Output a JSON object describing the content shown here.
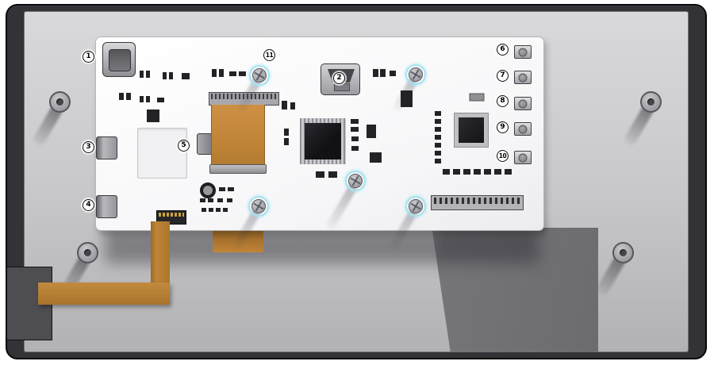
{
  "callouts": {
    "c1": "1",
    "c2": "2",
    "c3": "3",
    "c4": "4",
    "c5": "5",
    "c6": "6",
    "c7": "7",
    "c8": "8",
    "c9": "9",
    "c10": "10",
    "c11": "11"
  },
  "colors": {
    "shell": "#323237",
    "panel_light": "#d9d9db",
    "panel_dark": "#b2b2b5",
    "pcb": "#ffffff",
    "flex": "#c08438",
    "highlight": "#a5e3ee"
  }
}
